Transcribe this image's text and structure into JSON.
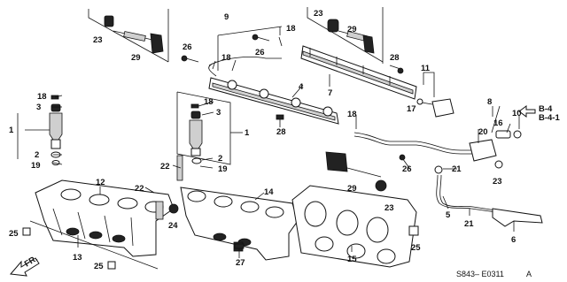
{
  "diagram": {
    "part_labels": {
      "p1_left": "1",
      "p1_mid": "1",
      "p2_left": "2",
      "p2_mid": "2",
      "p3_left": "3",
      "p3_mid": "3",
      "p4": "4",
      "p5": "5",
      "p6": "6",
      "p7": "7",
      "p8": "8",
      "p9": "9",
      "p10": "10",
      "p11": "11",
      "p12": "12",
      "p13": "13",
      "p14": "14",
      "p15": "15",
      "p16": "16",
      "p17": "17",
      "p18_a": "18",
      "p18_b": "18",
      "p18_c": "18",
      "p18_d": "18",
      "p18_e": "18",
      "p19_left": "19",
      "p19_mid": "19",
      "p20": "20",
      "p21_a": "21",
      "p21_b": "21",
      "p22_a": "22",
      "p22_b": "22",
      "p23_a": "23",
      "p23_b": "23",
      "p23_c": "23",
      "p23_d": "23",
      "p24": "24",
      "p25_a": "25",
      "p25_b": "25",
      "p25_c": "25",
      "p26_a": "26",
      "p26_b": "26",
      "p26_c": "26",
      "p27": "27",
      "p28_a": "28",
      "p28_b": "28",
      "p29_a": "29",
      "p29_b": "29",
      "p29_c": "29"
    },
    "refs": {
      "b4": "B-4",
      "b41": "B-4-1"
    },
    "front_label": "FR.",
    "drawing_code": "S843– E0311",
    "drawing_suffix": "A"
  }
}
